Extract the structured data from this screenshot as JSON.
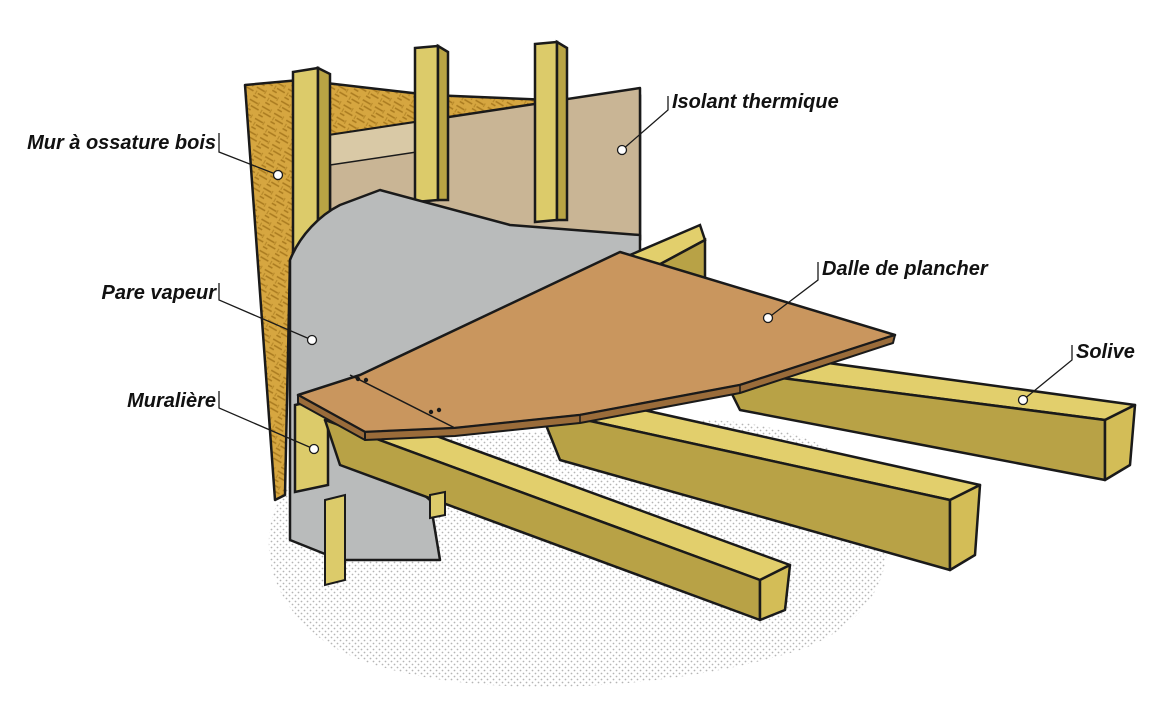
{
  "labels": {
    "wall": "Mur à ossature bois",
    "insulation": "Isolant thermique",
    "vapor": "Pare vapeur",
    "slab": "Dalle de plancher",
    "joist": "Solive",
    "ledger": "Muralière"
  },
  "colors": {
    "osb": "#d6a640",
    "stud": "#dccb6a",
    "stud_side": "#b9a444",
    "insulation": "#c9b595",
    "vapor": "#b9bbbb",
    "slab": "#c9965e",
    "slab_edge": "#9a6c3a",
    "joist_top": "#e2cf6c",
    "joist_side": "#b8a246",
    "joist_end": "#d3bd57",
    "shadow": "#d6d6d6",
    "outline": "#1a1a1a"
  }
}
